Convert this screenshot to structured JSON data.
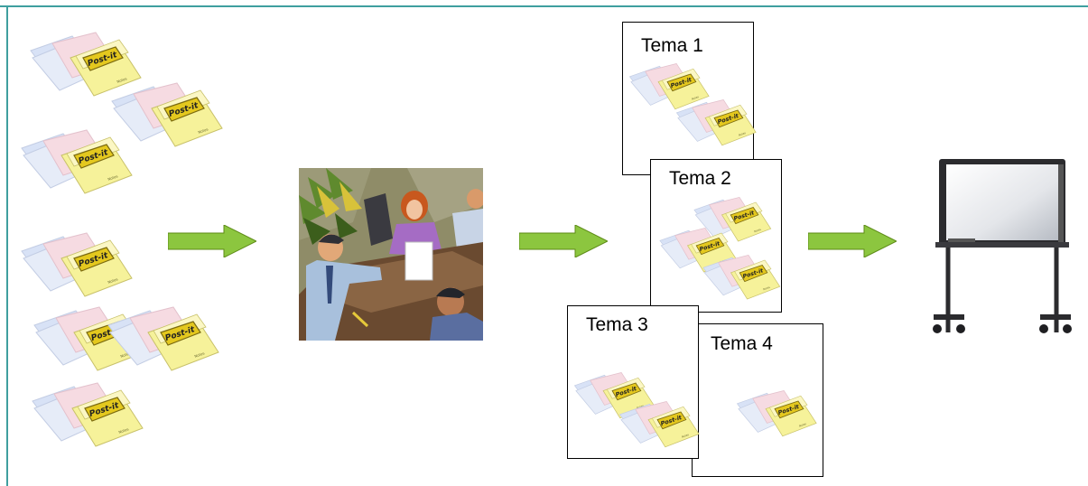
{
  "diagram": {
    "colors": {
      "frame": "#3f9f9f",
      "arrow_fill": "#8cc63f",
      "arrow_dark": "#5c8a16",
      "note_yellow": "#f6f29a",
      "note_pink": "#f6dbe2",
      "note_blue": "#d8e2f6",
      "brand_badge": "#e4c81e"
    },
    "brand_text": "Post-it",
    "topics": [
      {
        "label": "Tema 1"
      },
      {
        "label": "Tema 2"
      },
      {
        "label": "Tema 3"
      },
      {
        "label": "Tema 4"
      }
    ],
    "images": {
      "meeting": "meeting-clipart",
      "board": "whiteboard-clipart"
    }
  }
}
